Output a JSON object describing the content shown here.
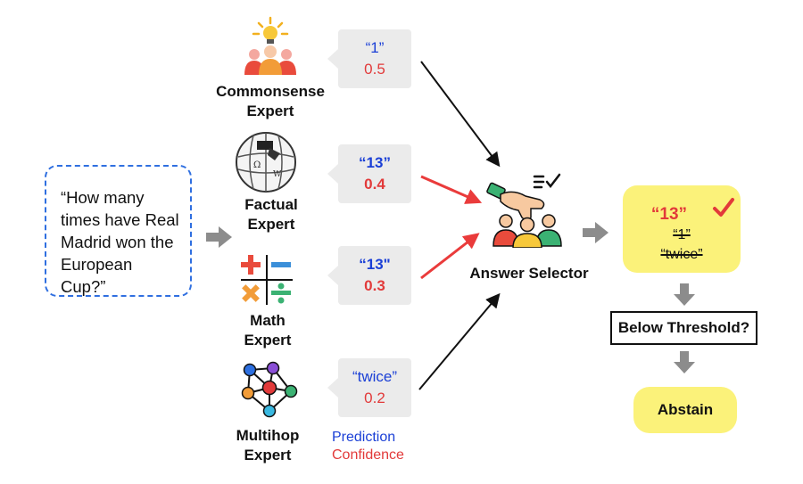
{
  "question": "“How many times have Real Madrid won the European Cup?”",
  "experts": [
    {
      "name": "Commonsense Expert",
      "icon": "commonsense-people-lightbulb-icon",
      "prediction": "“1”",
      "confidence": "0.5",
      "emphasized": false
    },
    {
      "name": "Factual Expert",
      "icon": "wikipedia-globe-icon",
      "prediction": "“13”",
      "confidence": "0.4",
      "emphasized": true
    },
    {
      "name": "Math Expert",
      "icon": "math-operators-icon",
      "prediction": "“13\"",
      "confidence": "0.3",
      "emphasized": true
    },
    {
      "name": "Multihop Expert",
      "icon": "graph-network-icon",
      "prediction": "“twice”",
      "confidence": "0.2",
      "emphasized": false
    }
  ],
  "legend": {
    "prediction": "Prediction",
    "confidence": "Confidence"
  },
  "selector": {
    "label": "Answer Selector",
    "icon": "hand-picking-person-icon"
  },
  "answer": {
    "selected": "“13”",
    "rejected": [
      "“1”",
      "“twice”"
    ],
    "check_icon": "checkmark-icon"
  },
  "threshold_label": "Below Threshold?",
  "abstain_label": "Abstain",
  "colors": {
    "prediction": "#1a3fd6",
    "confidence": "#e23a3a",
    "highlight": "#fbf27a",
    "question_border": "#2f6fe0",
    "flow_arrow": "#8c8c8c"
  }
}
